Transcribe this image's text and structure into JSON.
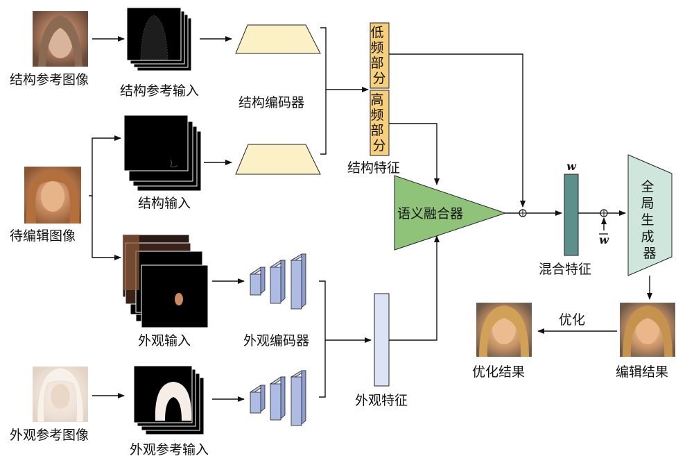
{
  "labels": {
    "struct_ref_image": "结构参考图像",
    "struct_ref_input": "结构参考输入",
    "struct_encoder": "结构编码器",
    "edit_image": "待编辑图像",
    "struct_input": "结构输入",
    "struct_feature": "结构特征",
    "low_freq": "低频部分",
    "high_freq": "高频部分",
    "semantic_fusion": "语义融合器",
    "appearance_input": "外观输入",
    "appearance_encoder": "外观编码器",
    "appearance_feature": "外观特征",
    "appearance_ref_image": "外观参考图像",
    "appearance_ref_input": "外观参考输入",
    "mixed_feature": "混合特征",
    "w_symbol": "w",
    "w_bar_symbol": "w",
    "global_generator": "全局生成器",
    "edit_result": "编辑结果",
    "optimize": "优化",
    "optimize_result": "优化结果"
  },
  "colors": {
    "encoder_fill": "#fbf0c6",
    "freq_fill": "#f7cf7c",
    "fusion_fill": "#8fc37a",
    "mixed_fill": "#5d8f8b",
    "generator_fill": "#cfe6dc",
    "app_encoder_fill": "#aebbe3",
    "app_feature_fill": "#dde3f7"
  }
}
